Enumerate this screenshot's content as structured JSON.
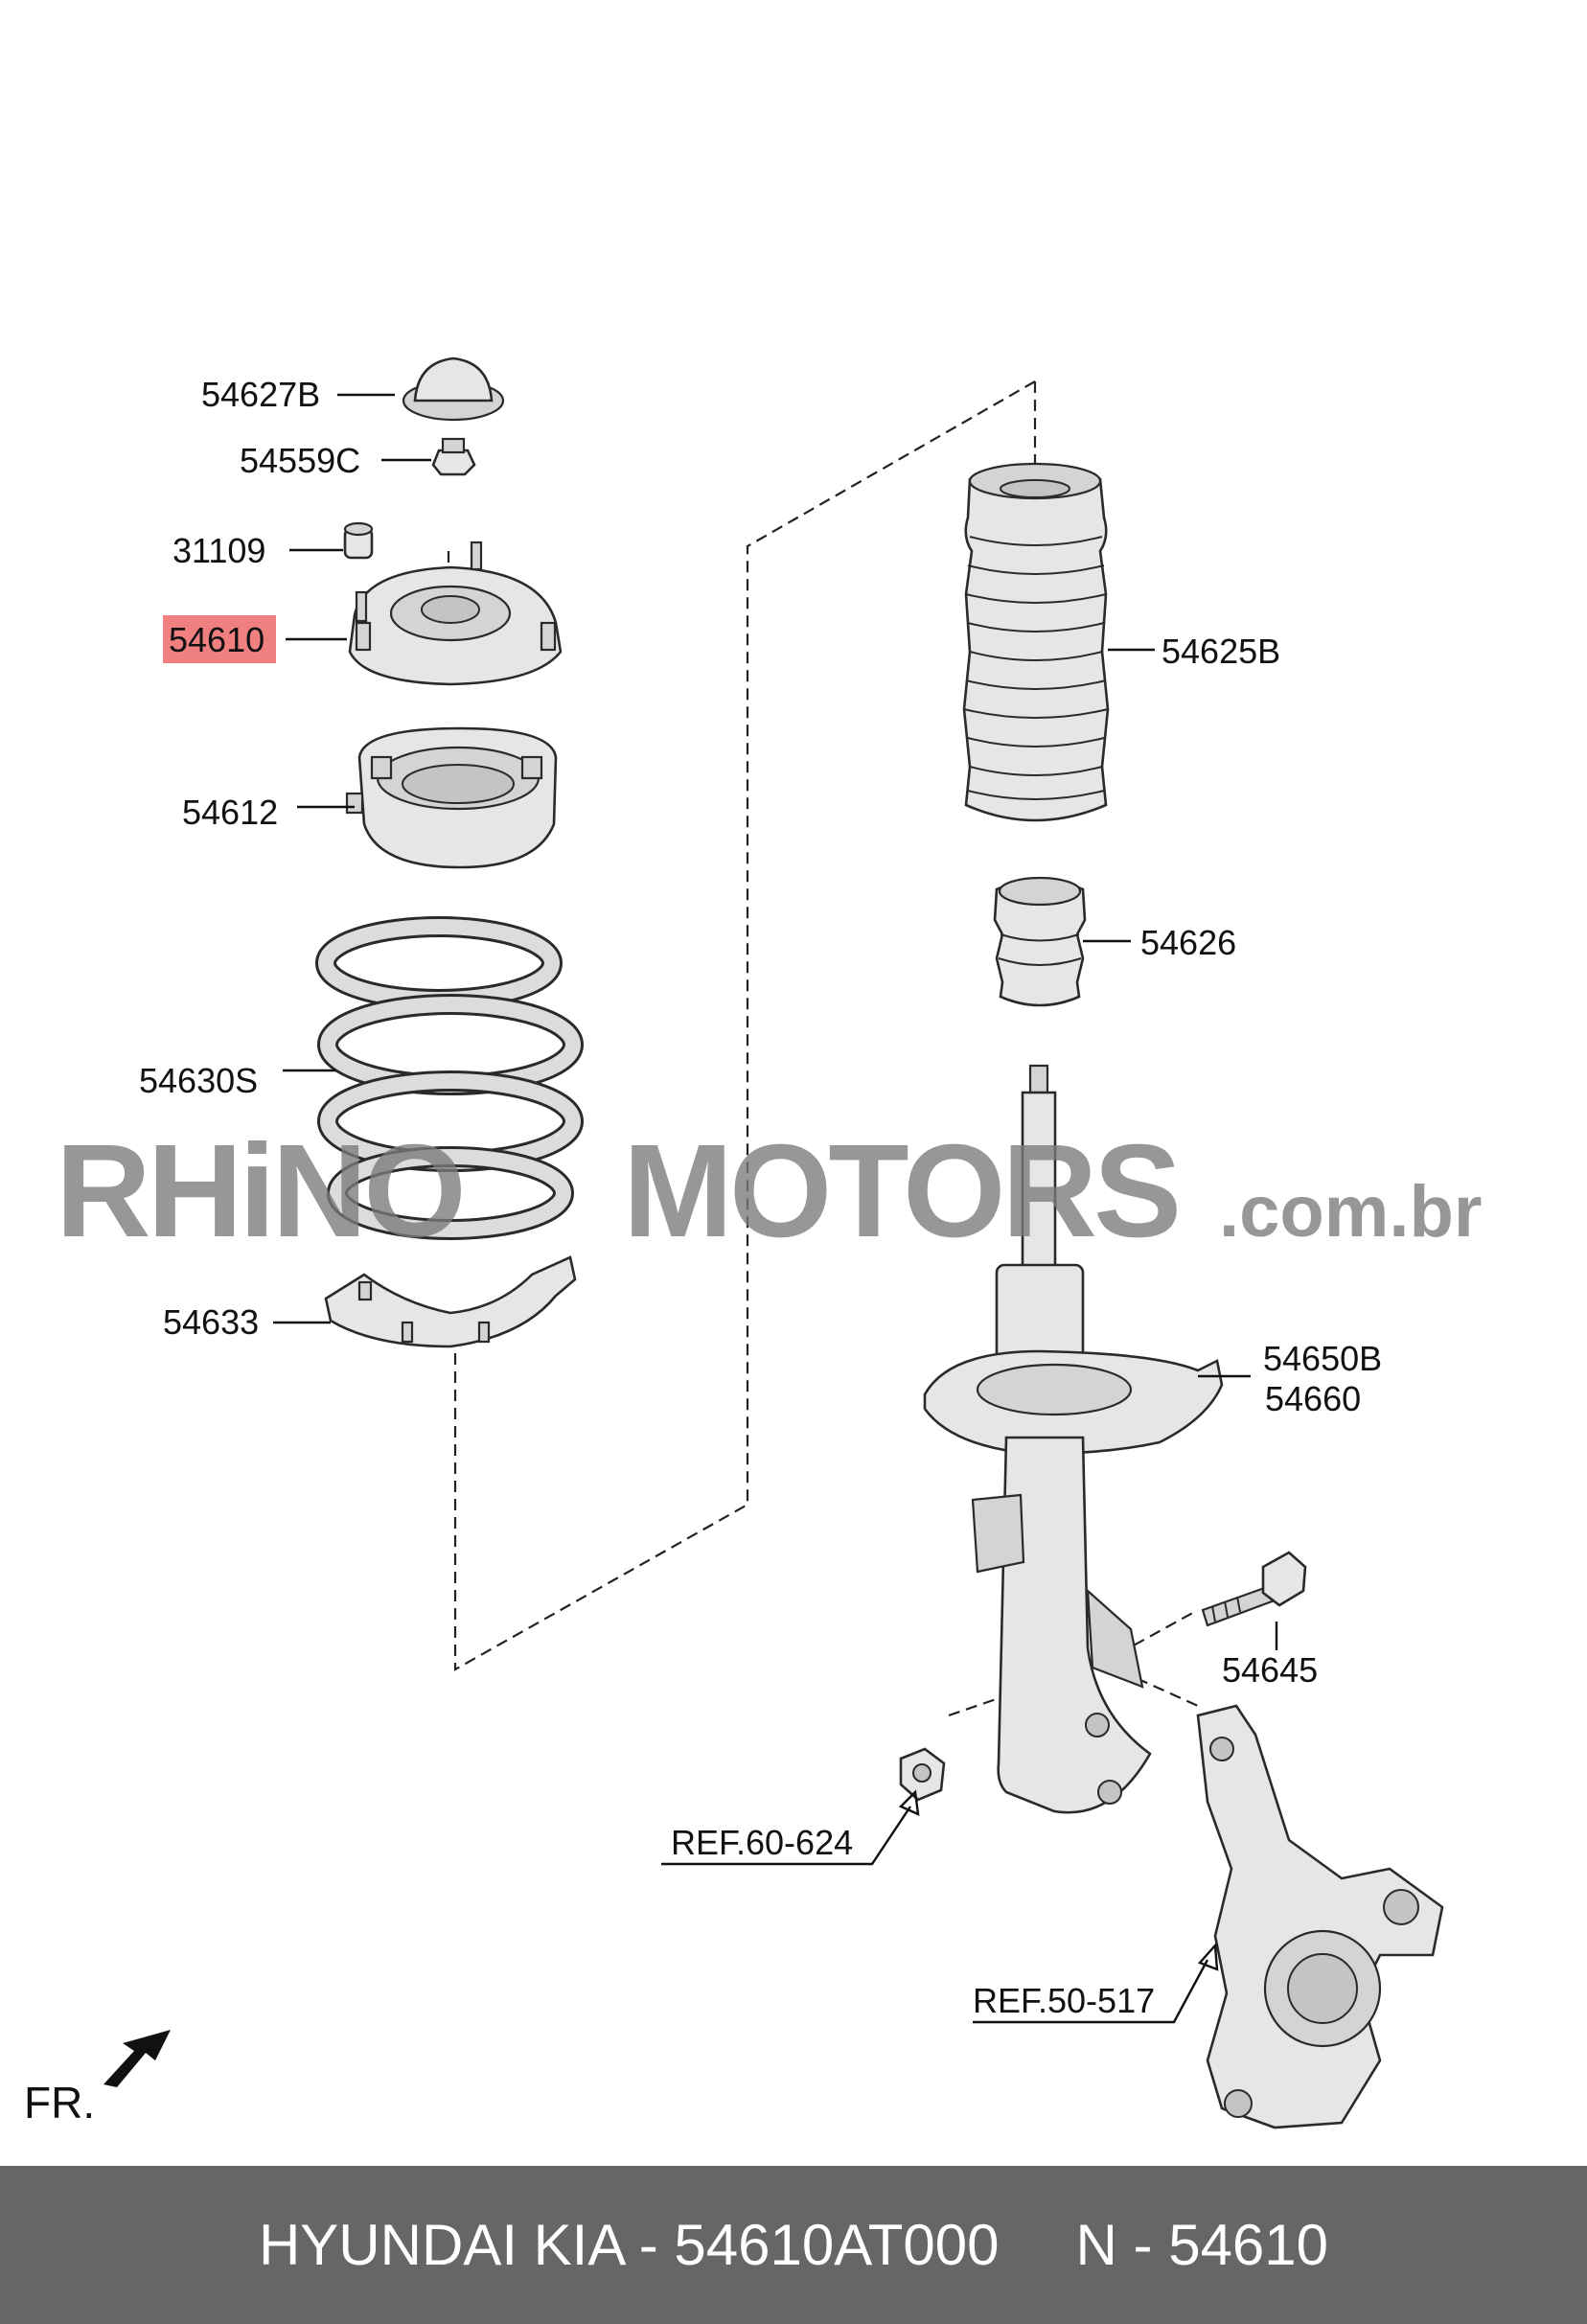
{
  "diagram": {
    "labels": {
      "p54627B": "54627B",
      "p54559C": "54559C",
      "p31109": "31109",
      "p54610": "54610",
      "p54612": "54612",
      "p54630S": "54630S",
      "p54633": "54633",
      "p54625B": "54625B",
      "p54626": "54626",
      "p54650B": "54650B",
      "p54660": "54660",
      "p54645": "54645",
      "ref60": "REF.60-624",
      "ref50": "REF.50-517"
    },
    "highlight_color": "#f08080",
    "front_marker": "FR."
  },
  "watermark": {
    "brand_a": "RHiNO",
    "brand_b": "MOTORS",
    "suffix": ".com.br"
  },
  "footer": {
    "part_info": "HYUNDAI KIA - 54610AT000",
    "node_info": "N - 54610"
  }
}
